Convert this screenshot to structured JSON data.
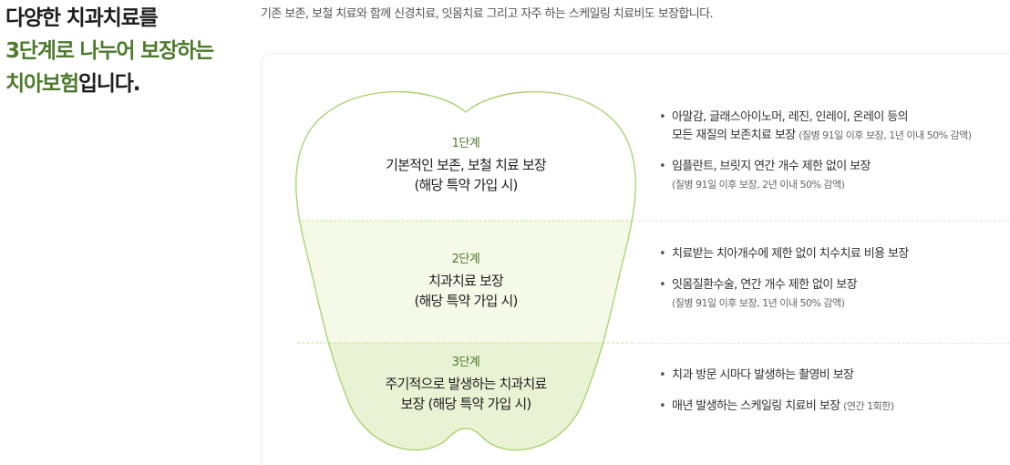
{
  "headline": {
    "line1": "다양한 치과치료를",
    "line2_highlight": "3단계로 나누어 보장하는",
    "line3_highlight": "치아보험",
    "line3_rest": "입니다."
  },
  "intro": "기존 보존, 보철 치료와 함께 신경치료, 잇몸치료 그리고 자주 하는 스케일링 치료비도 보장합니다.",
  "colors": {
    "accent": "#4d7a2c",
    "tooth_outline": "#a9cf6a",
    "stage2_fill": "#f5f9e8",
    "stage3_fill": "#e9f3d3"
  },
  "stages": [
    {
      "step": "1단계",
      "desc_line1": "기본적인 보존, 보철 치료 보장",
      "desc_line2": "(해당 특약 가입 시)",
      "bullets": [
        {
          "text": "아말감, 글래스아이노머, 레진, 인레이, 온레이 등의",
          "text2": "모든 재질의 보존치료 보장",
          "note": "(질병 91일 이후 보장, 1년 이내 50% 감액)"
        },
        {
          "text": "임플란트, 브릿지 연간 개수 제한 없이 보장",
          "sub": "(질병 91일 이후 보장, 2년 이내 50% 감액)"
        }
      ]
    },
    {
      "step": "2단계",
      "desc_line1": "치과치료 보장",
      "desc_line2": "(해당 특약 가입 시)",
      "bullets": [
        {
          "text": "치료받는 치아개수에 제한 없이 치수치료 비용 보장"
        },
        {
          "text": "잇몸질환수술, 연간 개수 제한 없이 보장",
          "sub": "(질병 91일 이후 보장, 1년 이내 50% 감액)"
        }
      ]
    },
    {
      "step": "3단계",
      "desc_line1": "주기적으로 발생하는 치과치료",
      "desc_line2": "보장 (해당 특약 가입 시)",
      "bullets": [
        {
          "text": "치과 방문 시마다 발생하는 촬영비 보장"
        },
        {
          "text": "매년 발생하는 스케일링 치료비 보장",
          "note": "(연간 1회한)"
        }
      ]
    }
  ]
}
